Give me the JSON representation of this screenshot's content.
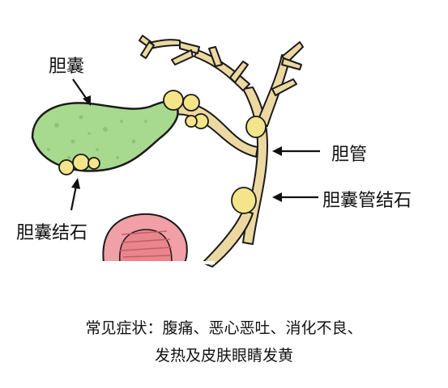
{
  "labels": {
    "gallbladder": "胆囊",
    "bile_duct": "胆管",
    "bile_duct_stone": "胆囊管结石",
    "gallbladder_stone": "胆囊结石"
  },
  "caption": {
    "line1": "常见症状：腹痛、恶心恶吐、消化不良、",
    "line2": "发热及皮肤眼睛发黄"
  },
  "colors": {
    "gallbladder": "#a7d98f",
    "duct": "#ecd9a2",
    "stone": "#f4e58a",
    "intestine": "#f0a0a6",
    "outline": "#1a1a1a"
  }
}
